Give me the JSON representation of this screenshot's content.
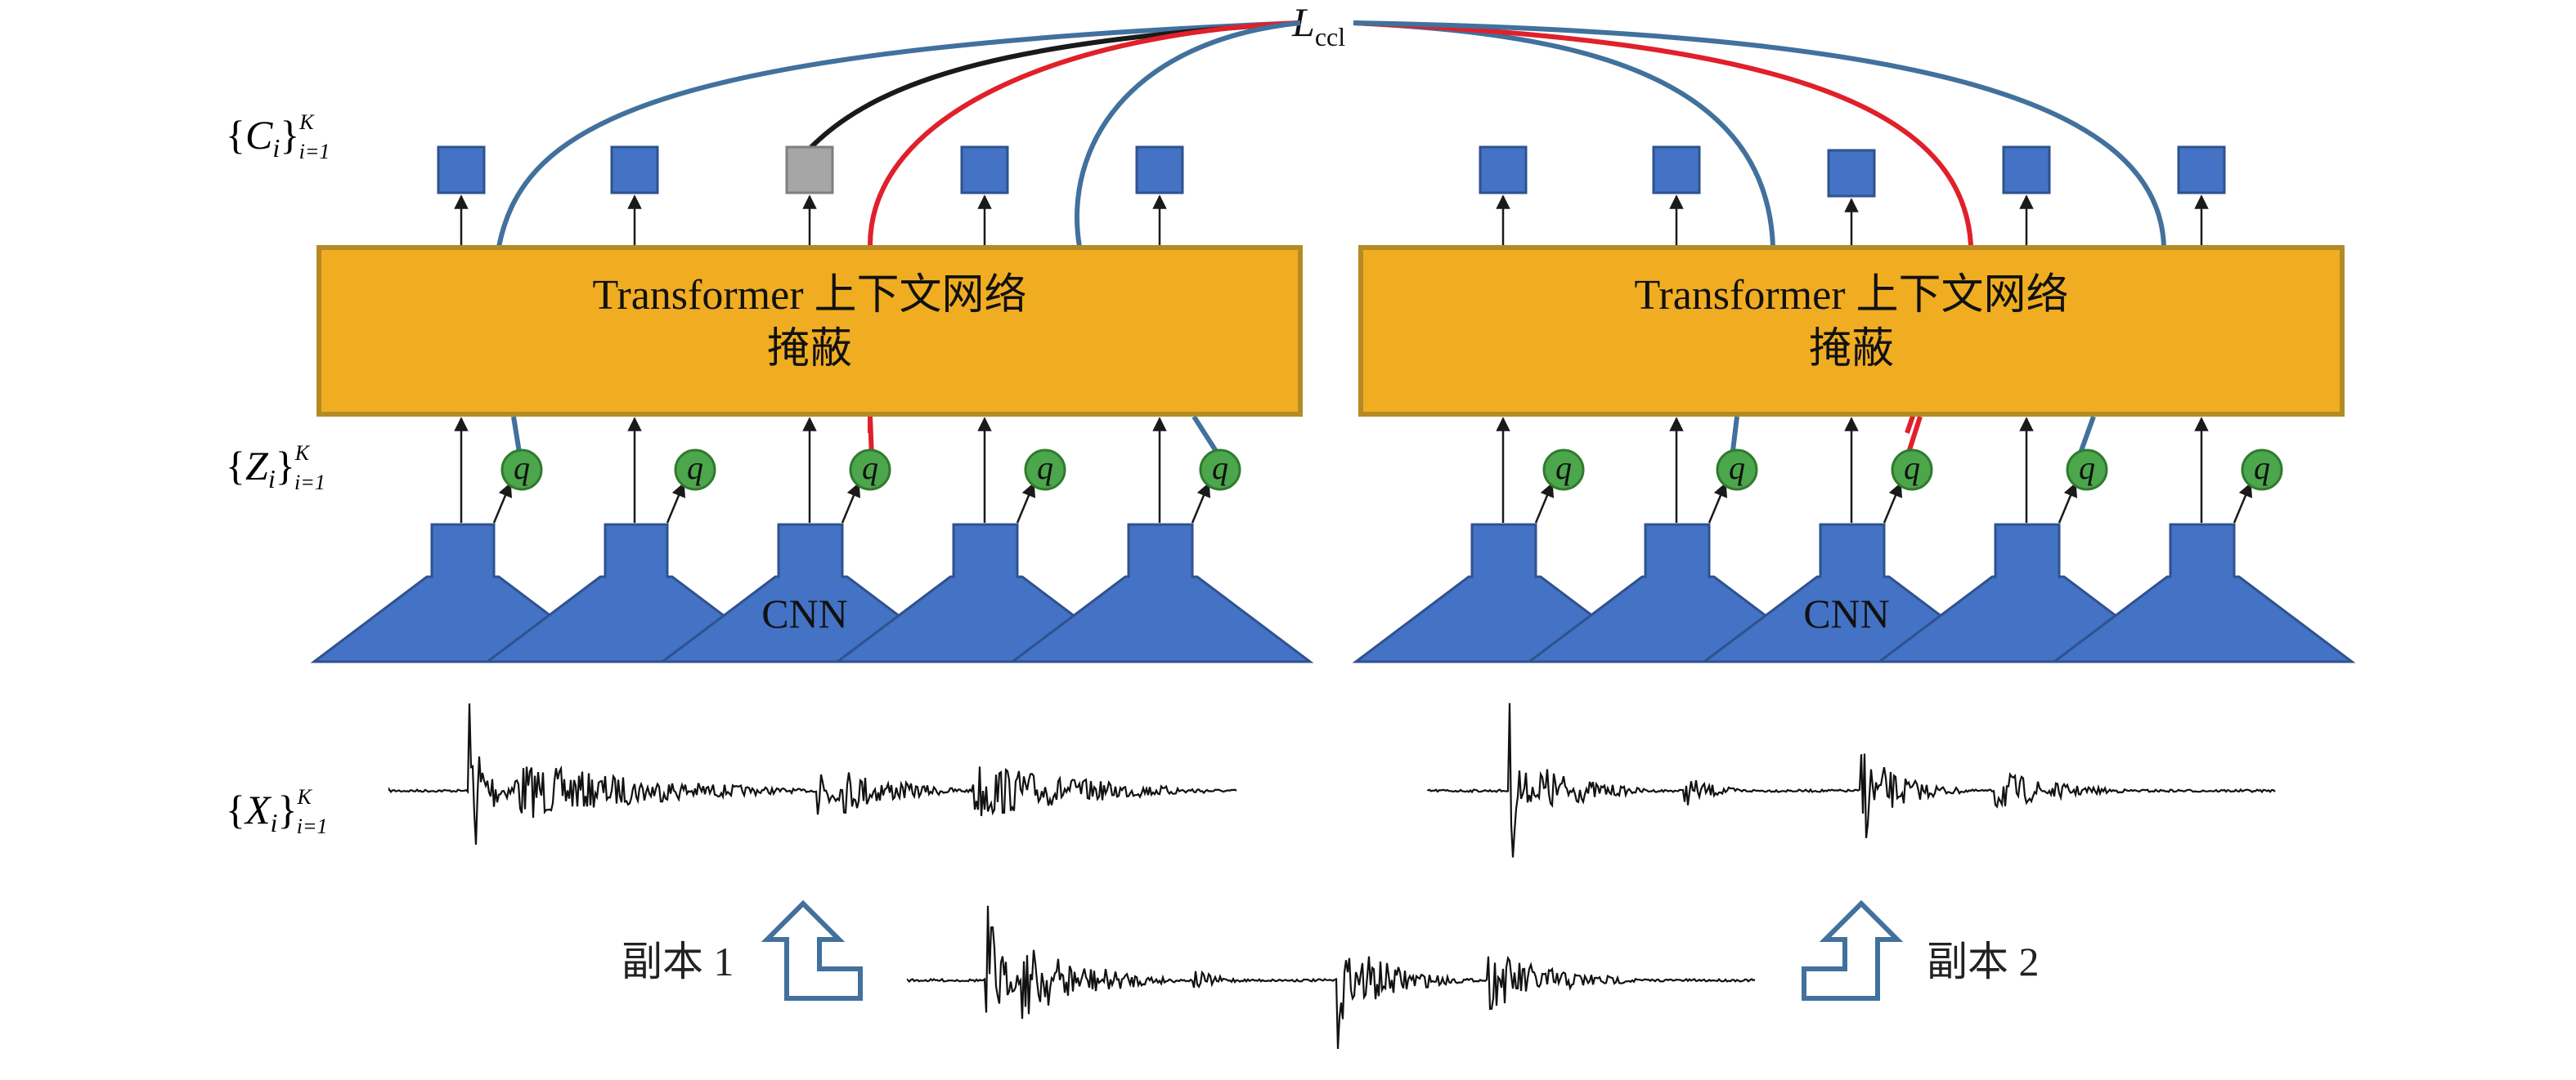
{
  "loss": {
    "symbol": "L",
    "subscript": "ccl"
  },
  "row_labels": {
    "c": {
      "symbol": "C",
      "index": "i",
      "sup": "K",
      "sub": "i=1"
    },
    "z": {
      "symbol": "Z",
      "index": "i",
      "sup": "K",
      "sub": "i=1"
    },
    "x": {
      "symbol": "X",
      "index": "i",
      "sup": "K",
      "sub": "i=1"
    }
  },
  "left_panel": {
    "transformer_line1": "Transformer 上下文网络",
    "transformer_line2": "掩蔽",
    "cnn_label": "CNN",
    "quantizer_label": "q",
    "masked_output_index": 2
  },
  "right_panel": {
    "transformer_line1": "Transformer 上下文网络",
    "transformer_line2": "掩蔽",
    "cnn_label": "CNN",
    "quantizer_label": "q"
  },
  "copies": {
    "left": "副本 1",
    "right": "副本 2"
  },
  "colors": {
    "transformer_fill": "#f0ad22",
    "transformer_border": "#b48a25",
    "block_fill": "#4472c4",
    "block_border": "#2f528f",
    "masked_block_fill": "#a6a6a6",
    "quantizer_fill": "#4ca64c",
    "line_blue": "#41719c",
    "line_red": "#e0202a",
    "line_black": "#1a1a1a",
    "arrow_outline": "#41719c"
  }
}
